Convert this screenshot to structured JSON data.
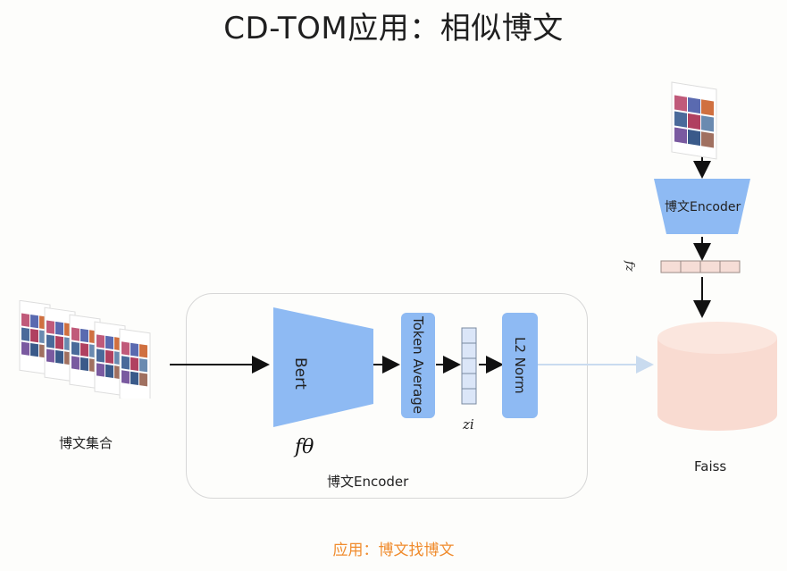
{
  "title": "CD-TOM应用：相似博文",
  "collection_label": "博文集合",
  "bert_label": "Bert",
  "f_theta": "fθ",
  "token_average_label": "Token Average",
  "z_i_label": "zi",
  "l2_norm_label": "L2 Norm",
  "encoder_group_label": "博文Encoder",
  "top_encoder_label": "博文Encoder",
  "f_z_label": "fz",
  "faiss_label": "Faiss",
  "footer_label": "应用：博文找博文",
  "colors": {
    "encoder_blue": "#8ebaf3",
    "faiss_pink": "#f9dbd1",
    "vector_cell": "#dbe6f8",
    "fz_cell": "#f6ddd6",
    "accent_orange": "#f08c2e"
  }
}
